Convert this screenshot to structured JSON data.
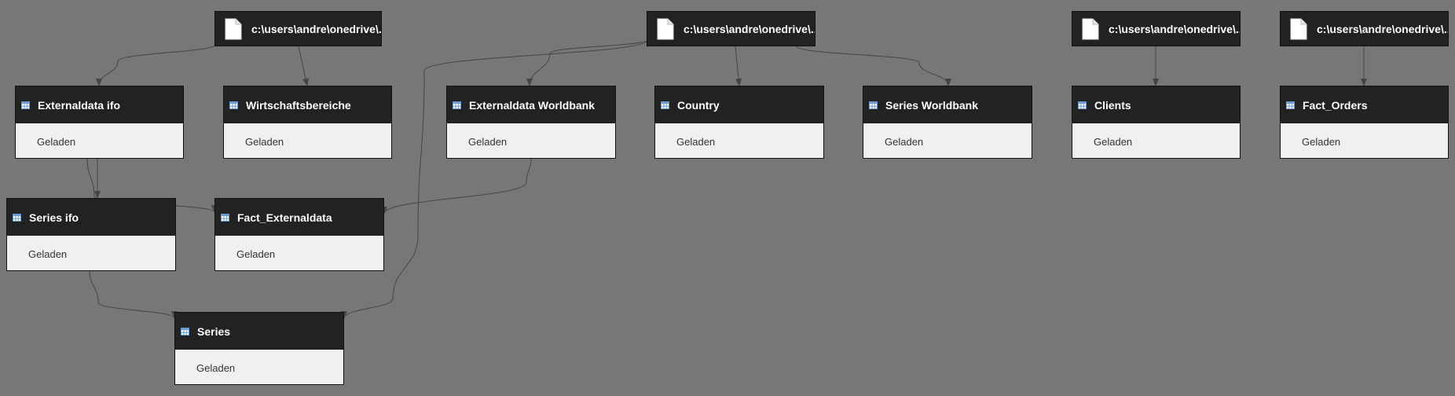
{
  "sources": [
    {
      "id": "s1",
      "label": "c:\\users\\andre\\onedrive\\...",
      "icon": "file-icon"
    },
    {
      "id": "s2",
      "label": "c:\\users\\andre\\onedrive\\...",
      "icon": "file-icon"
    },
    {
      "id": "s3",
      "label": "c:\\users\\andre\\onedrive\\...",
      "icon": "file-icon"
    },
    {
      "id": "s4",
      "label": "c:\\users\\andre\\onedrive\\...",
      "icon": "file-icon"
    }
  ],
  "queries": [
    {
      "id": "q1",
      "title": "Externaldata ifo",
      "status": "Geladen",
      "icon": "table-icon"
    },
    {
      "id": "q2",
      "title": "Wirtschaftsbereiche",
      "status": "Geladen",
      "icon": "table-icon"
    },
    {
      "id": "q3",
      "title": "Externaldata Worldbank",
      "status": "Geladen",
      "icon": "table-icon"
    },
    {
      "id": "q4",
      "title": "Country",
      "status": "Geladen",
      "icon": "table-icon"
    },
    {
      "id": "q5",
      "title": "Series Worldbank",
      "status": "Geladen",
      "icon": "table-icon"
    },
    {
      "id": "q6",
      "title": "Clients",
      "status": "Geladen",
      "icon": "table-icon"
    },
    {
      "id": "q7",
      "title": "Fact_Orders",
      "status": "Geladen",
      "icon": "table-icon"
    },
    {
      "id": "q8",
      "title": "Series ifo",
      "status": "Geladen",
      "icon": "table-icon"
    },
    {
      "id": "q9",
      "title": "Fact_Externaldata",
      "status": "Geladen",
      "icon": "table-icon"
    },
    {
      "id": "q10",
      "title": "Series",
      "status": "Geladen",
      "icon": "table-icon"
    }
  ],
  "edges": [
    {
      "from": "s1",
      "to": "q1"
    },
    {
      "from": "s1",
      "to": "q2"
    },
    {
      "from": "s2",
      "to": "q3"
    },
    {
      "from": "s2",
      "to": "q4"
    },
    {
      "from": "s2",
      "to": "q5"
    },
    {
      "from": "s2",
      "to": "q10"
    },
    {
      "from": "s3",
      "to": "q6"
    },
    {
      "from": "s4",
      "to": "q7"
    },
    {
      "from": "q1",
      "to": "q8"
    },
    {
      "from": "q1",
      "to": "q9"
    },
    {
      "from": "q3",
      "to": "q9"
    },
    {
      "from": "q8",
      "to": "q10"
    }
  ],
  "colors": {
    "canvas": "#777777",
    "header": "#222222",
    "body": "#f0f0f0",
    "edge": "#444444"
  }
}
